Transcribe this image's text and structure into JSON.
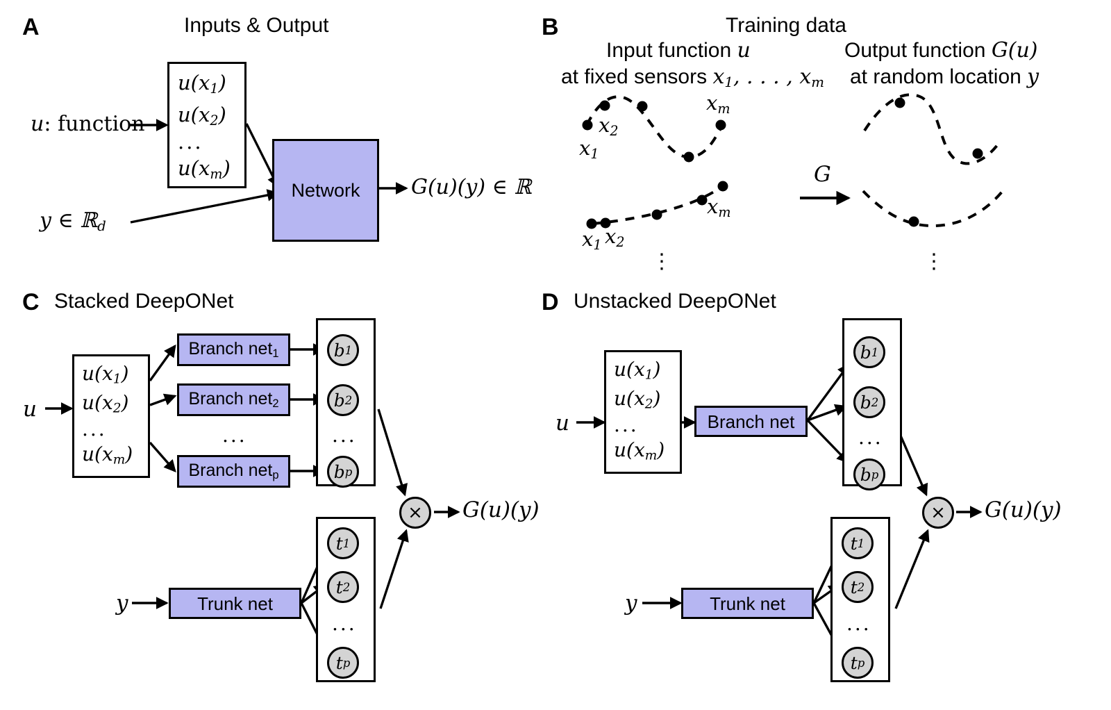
{
  "figure": {
    "title": "DeepONet architecture diagram",
    "colors": {
      "network_fill": "#b6b6f2",
      "node_fill": "#d4d4d4",
      "stroke": "#000000",
      "background": "#ffffff"
    }
  },
  "panels": {
    "a": {
      "letter": "A",
      "title": "Inputs & Output",
      "input_function_label": "u: function",
      "vector_items": [
        "u(x₁)",
        "u(x₂)",
        "u(xₘ)"
      ],
      "vector_ellipsis": "...",
      "y_label": "y ∈ ℝᵈ",
      "network_label": "Network",
      "output_label": "G(u)(y) ∈ ℝ"
    },
    "b": {
      "letter": "B",
      "title": "Training data",
      "left_heading_line1": "Input function u",
      "left_heading_line2": "at fixed sensors x₁, . . . , xₘ",
      "right_heading_line1": "Output function G(u)",
      "right_heading_line2": "at random location y",
      "operator_label": "G",
      "sensor_labels_row1": [
        "x₁",
        "x₂",
        "xₘ"
      ],
      "sensor_labels_row2": [
        "x₁",
        "x₂",
        "xₘ"
      ],
      "vertical_ellipsis": "⋮"
    },
    "c": {
      "letter": "C",
      "title": "Stacked DeepONet",
      "input_label": "u",
      "vector_items": [
        "u(x₁)",
        "u(x₂)",
        "u(xₘ)"
      ],
      "vector_ellipsis": "...",
      "branch_nets": [
        "Branch net₁",
        "Branch net₂",
        "Branch netₚ"
      ],
      "branch_ellipsis": "...",
      "b_nodes": [
        "b₁",
        "b₂",
        "bₚ"
      ],
      "b_ellipsis": "...",
      "trunk_input_label": "y",
      "trunk_label": "Trunk net",
      "t_nodes": [
        "t₁",
        "t₂",
        "tₚ"
      ],
      "t_ellipsis": "...",
      "merge_symbol": "×",
      "output_label": "G(u)(y)"
    },
    "d": {
      "letter": "D",
      "title": "Unstacked DeepONet",
      "input_label": "u",
      "vector_items": [
        "u(x₁)",
        "u(x₂)",
        "u(xₘ)"
      ],
      "vector_ellipsis": "...",
      "branch_label": "Branch net",
      "b_nodes": [
        "b₁",
        "b₂",
        "bₚ"
      ],
      "b_ellipsis": "...",
      "trunk_input_label": "y",
      "trunk_label": "Trunk net",
      "t_nodes": [
        "t₁",
        "t₂",
        "tₚ"
      ],
      "t_ellipsis": "...",
      "merge_symbol": "×",
      "output_label": "G(u)(y)"
    }
  }
}
